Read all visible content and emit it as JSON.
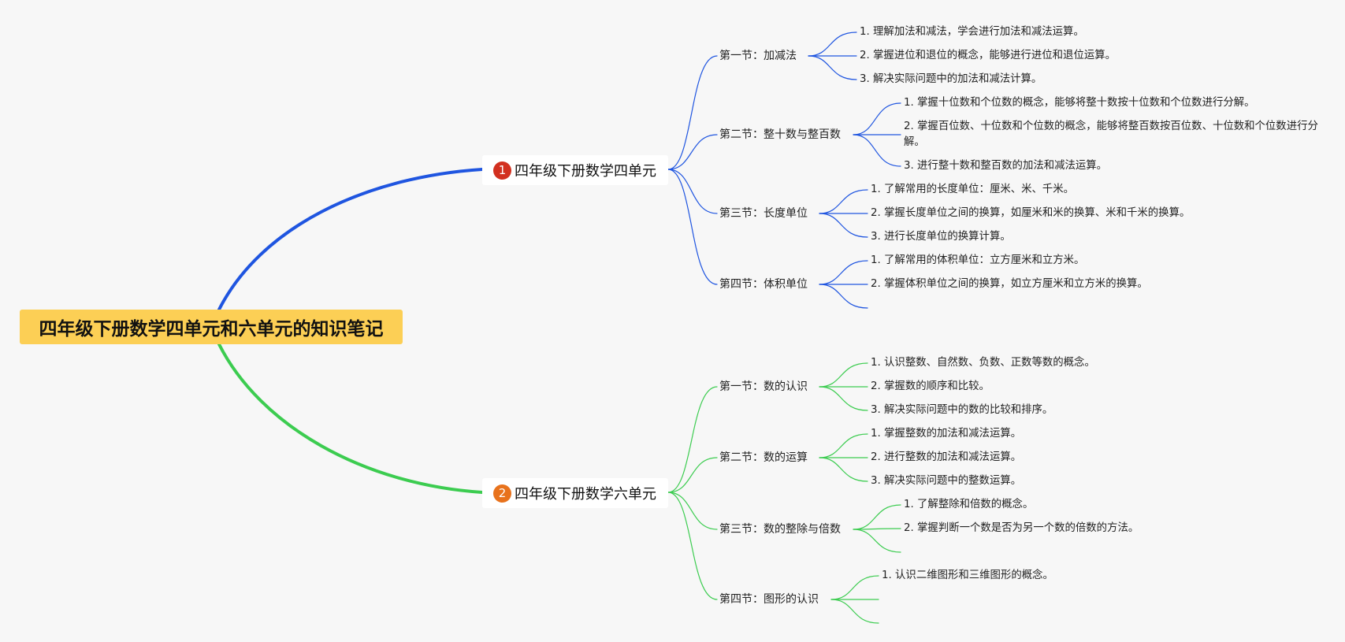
{
  "root": {
    "title": "四年级下册数学四单元和六单元的知识笔记"
  },
  "units": [
    {
      "badge": "1",
      "title": "四年级下册数学四单元",
      "color": "#1f55e0",
      "badge_color": "#d2301f",
      "sections": [
        {
          "title": "第一节：加减法",
          "items": [
            "1. 理解加法和减法，学会进行加法和减法运算。",
            "2. 掌握进位和退位的概念，能够进行进位和退位运算。",
            "3. 解决实际问题中的加法和减法计算。"
          ]
        },
        {
          "title": "第二节：整十数与整百数",
          "items": [
            "1. 掌握十位数和个位数的概念，能够将整十数按十位数和个位数进行分解。",
            "2. 掌握百位数、十位数和个位数的概念，能够将整百数按百位数、十位数和个位数进行分解。",
            "3. 进行整十数和整百数的加法和减法运算。"
          ]
        },
        {
          "title": "第三节：长度单位",
          "items": [
            "1. 了解常用的长度单位：厘米、米、千米。",
            "2. 掌握长度单位之间的换算，如厘米和米的换算、米和千米的换算。",
            "3. 进行长度单位的换算计算。"
          ]
        },
        {
          "title": "第四节：体积单位",
          "items": [
            "1. 了解常用的体积单位：立方厘米和立方米。",
            "2. 掌握体积单位之间的换算，如立方厘米和立方米的换算。",
            ""
          ]
        }
      ]
    },
    {
      "badge": "2",
      "title": "四年级下册数学六单元",
      "color": "#3ccc50",
      "badge_color": "#e8721c",
      "sections": [
        {
          "title": "第一节：数的认识",
          "items": [
            "1. 认识整数、自然数、负数、正数等数的概念。",
            "2. 掌握数的顺序和比较。",
            "3. 解决实际问题中的数的比较和排序。"
          ]
        },
        {
          "title": "第二节：数的运算",
          "items": [
            "1. 掌握整数的加法和减法运算。",
            "2. 进行整数的加法和减法运算。",
            "3. 解决实际问题中的整数运算。"
          ]
        },
        {
          "title": "第三节：数的整除与倍数",
          "items": [
            "1. 了解整除和倍数的概念。",
            "2. 掌握判断一个数是否为另一个数的倍数的方法。",
            ""
          ]
        },
        {
          "title": "第四节：图形的认识",
          "items": [
            "1. 认识二维图形和三维图形的概念。",
            "",
            ""
          ]
        }
      ]
    }
  ]
}
